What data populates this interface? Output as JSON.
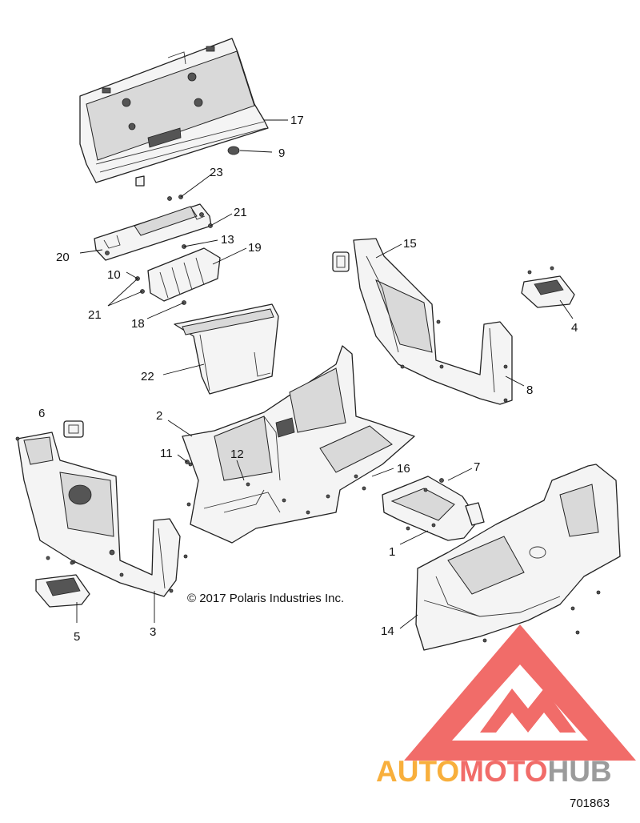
{
  "diagram": {
    "callouts": [
      {
        "id": "c17",
        "label": "17"
      },
      {
        "id": "c9",
        "label": "9"
      },
      {
        "id": "c23",
        "label": "23"
      },
      {
        "id": "c21a",
        "label": "21"
      },
      {
        "id": "c13",
        "label": "13"
      },
      {
        "id": "c19",
        "label": "19"
      },
      {
        "id": "c20",
        "label": "20"
      },
      {
        "id": "c10",
        "label": "10"
      },
      {
        "id": "c21b",
        "label": "21"
      },
      {
        "id": "c18",
        "label": "18"
      },
      {
        "id": "c15",
        "label": "15"
      },
      {
        "id": "c4",
        "label": "4"
      },
      {
        "id": "c8",
        "label": "8"
      },
      {
        "id": "c22",
        "label": "22"
      },
      {
        "id": "c2",
        "label": "2"
      },
      {
        "id": "c6",
        "label": "6"
      },
      {
        "id": "c11",
        "label": "11"
      },
      {
        "id": "c12",
        "label": "12"
      },
      {
        "id": "c16",
        "label": "16"
      },
      {
        "id": "c7",
        "label": "7"
      },
      {
        "id": "c1",
        "label": "1"
      },
      {
        "id": "c14",
        "label": "14"
      },
      {
        "id": "c5",
        "label": "5"
      },
      {
        "id": "c3",
        "label": "3"
      }
    ],
    "copyright": "© 2017 Polaris Industries Inc.",
    "part_number": "701863"
  },
  "watermark": {
    "text_part1": "AUTO",
    "text_part2": "MOTO",
    "text_part3": "HUB",
    "colors": {
      "triangle": "#ef5350",
      "orange": "#f7a21b",
      "gray": "#8a8a8a"
    }
  }
}
